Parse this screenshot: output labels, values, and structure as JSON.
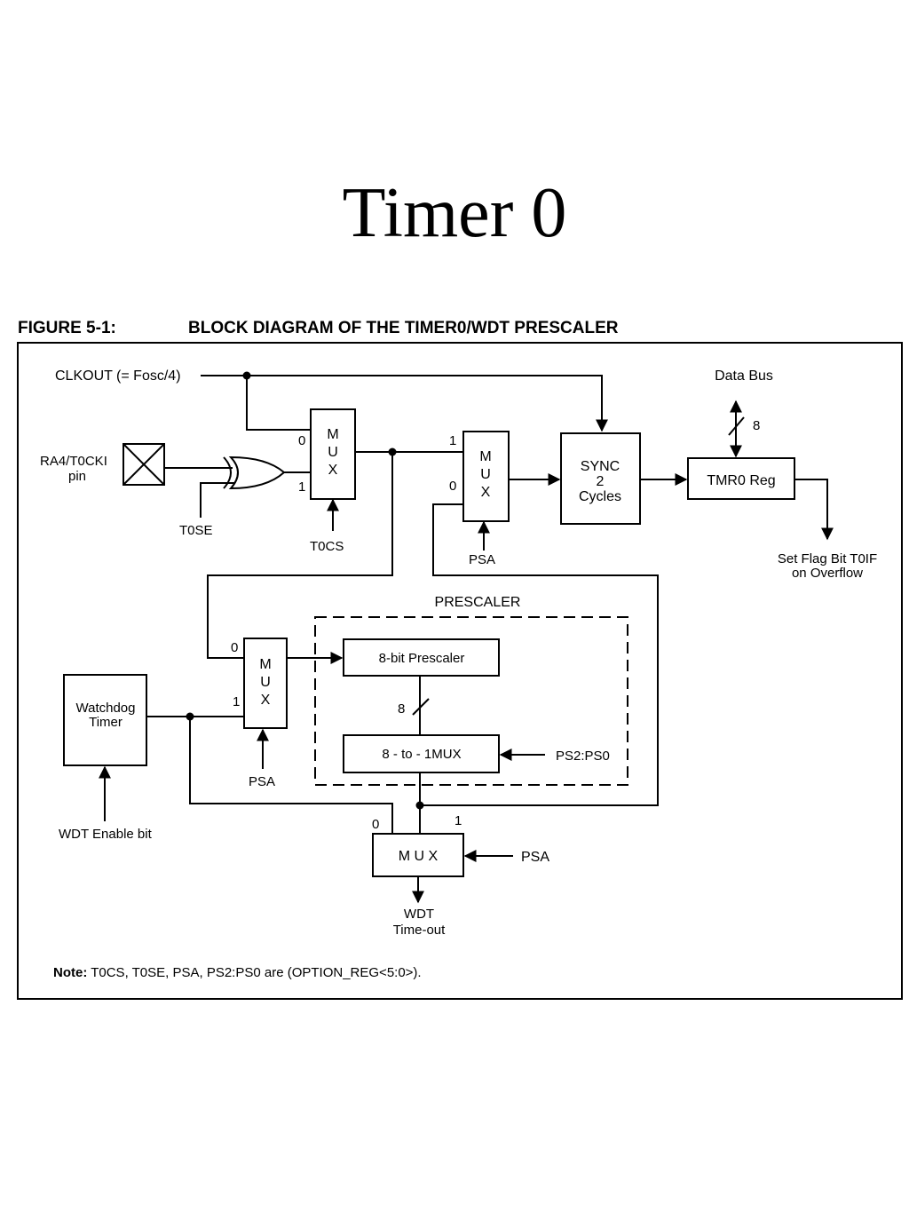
{
  "slide": {
    "title": "Timer 0"
  },
  "figure": {
    "label": "FIGURE 5-1:",
    "caption": "BLOCK DIAGRAM OF THE TIMER0/WDT PRESCALER"
  },
  "signals": {
    "clkout": "CLKOUT (= Fosc/4)",
    "data_bus": "Data Bus",
    "bus_width": "8",
    "pin_line1": "RA4/T0CKI",
    "pin_line2": "pin",
    "t0se": "T0SE",
    "t0cs": "T0CS",
    "psa": "PSA",
    "flag_line1": "Set Flag Bit T0IF",
    "flag_line2": "on Overflow",
    "wdt_enable": "WDT Enable bit",
    "ps_select": "PS2:PS0",
    "wdt_timeout_line1": "WDT",
    "wdt_timeout_line2": "Time-out",
    "prescale_width": "8"
  },
  "blocks": {
    "mux_letters": [
      "M",
      "U",
      "X"
    ],
    "mux_horizontal": "M U X",
    "sync_line1": "SYNC",
    "sync_line2": "2",
    "sync_line3": "Cycles",
    "tmr0": "TMR0 Reg",
    "watchdog_line1": "Watchdog",
    "watchdog_line2": "Timer",
    "prescaler_group": "PRESCALER",
    "prescaler8": "8-bit Prescaler",
    "mux8to1": "8 - to - 1MUX"
  },
  "pins": {
    "zero": "0",
    "one": "1"
  },
  "note": {
    "bold": "Note:",
    "text": " T0CS, T0SE, PSA, PS2:PS0 are (OPTION_REG<5:0>)."
  }
}
